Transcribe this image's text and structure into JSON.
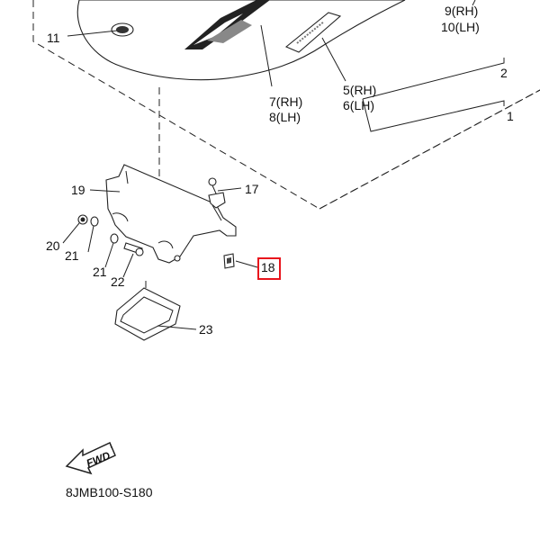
{
  "callouts": {
    "c1": "1",
    "c2": "2",
    "c5": "5(RH)",
    "c6": "6(LH)",
    "c7": "7(RH)",
    "c8": "8(LH)",
    "c9": "9(RH)",
    "c10": "10(LH)",
    "c11": "11",
    "c17": "17",
    "c18": "18",
    "c19": "19",
    "c20": "20",
    "c21a": "21",
    "c21b": "21",
    "c22": "22",
    "c23": "23"
  },
  "fwd_label": "FWD",
  "diagram_code": "8JMB100-S180",
  "highlight_color": "#e8141c",
  "line_color": "#222222"
}
